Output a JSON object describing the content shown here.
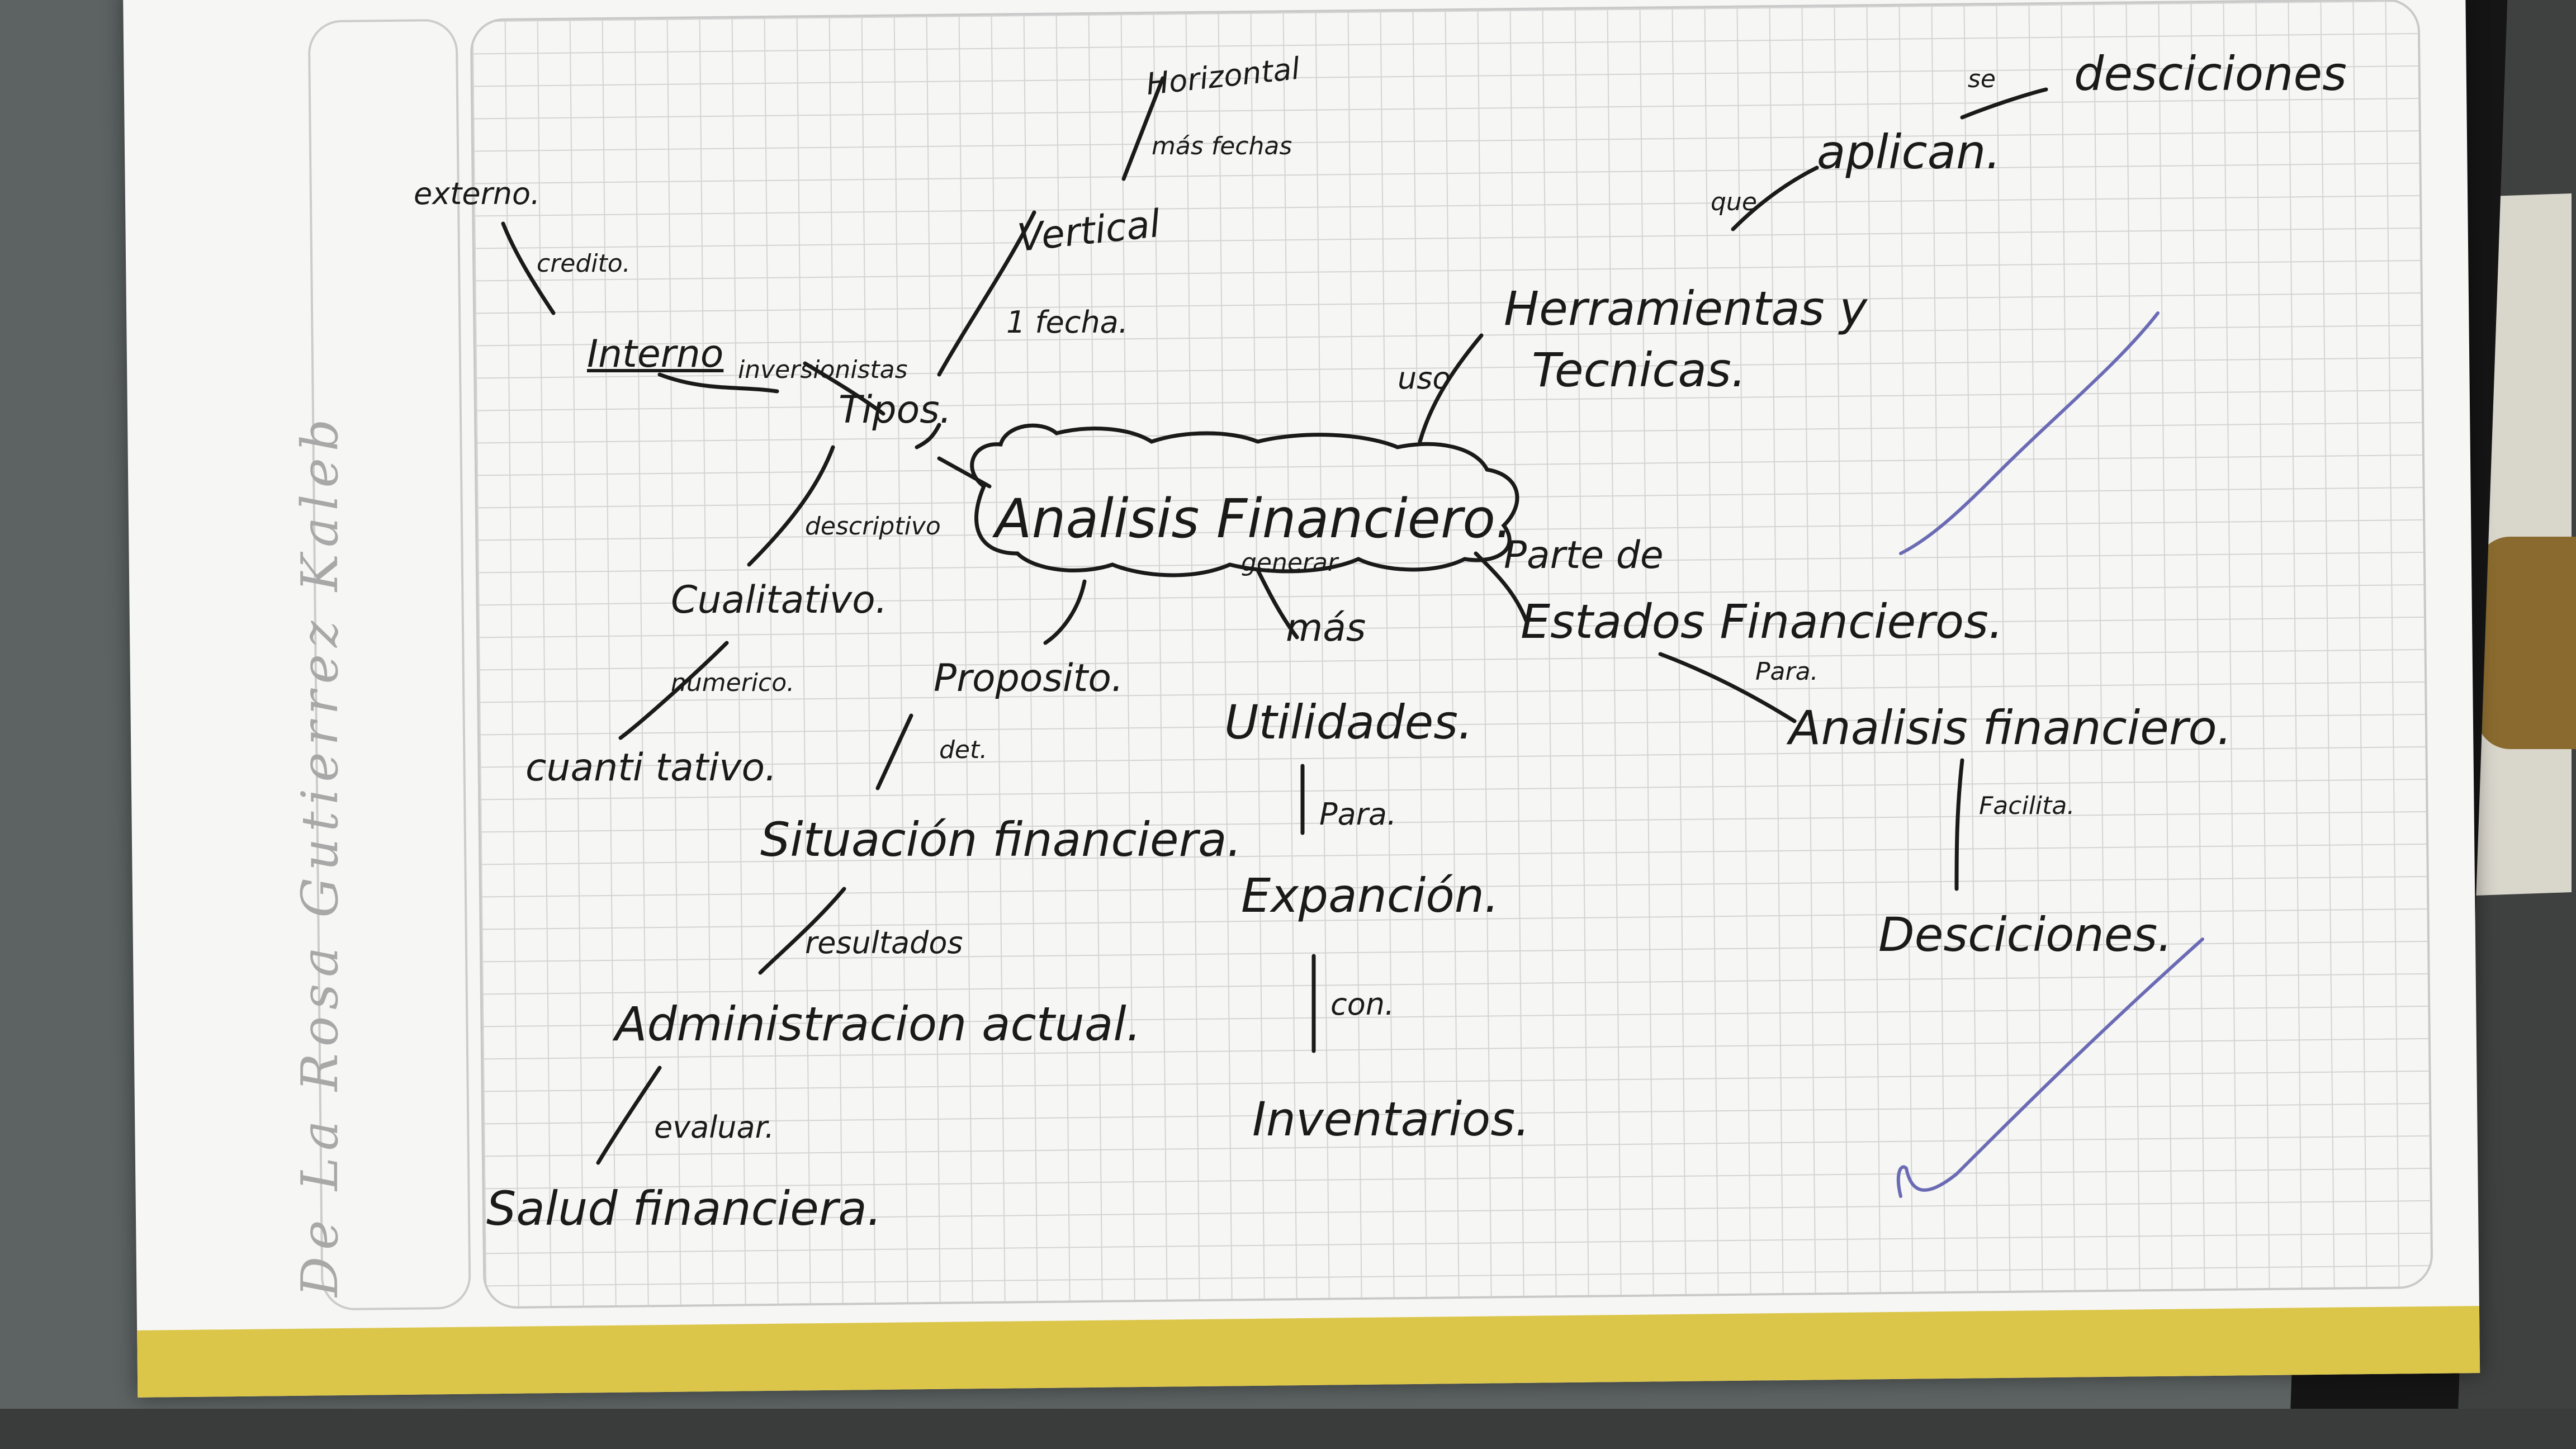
{
  "author": "De La Rosa Gutierrez Kaleb",
  "center": "Analisis Financiero.",
  "nodes": {
    "horizontal": "Horizontal",
    "mas_fechas": "más fechas",
    "vertical": "Vertical",
    "una_fecha": "1 fecha.",
    "externo": "externo.",
    "credito": "credito.",
    "interno": "Interno",
    "inversionistas": "inversionistas",
    "tipos": "Tipos.",
    "descriptivo": "descriptivo",
    "cualitativo": "Cualitativo.",
    "numerico": "numerico.",
    "cuantitativo": "cuanti tativo.",
    "proposito": "Proposito.",
    "det": "det.",
    "situacion": "Situación financiera.",
    "resultados": "resultados",
    "administracion": "Administracion actual.",
    "evaluar": "evaluar.",
    "salud": "Salud financiera.",
    "generar": "generar",
    "mas": "más",
    "utilidades": "Utilidades.",
    "para1": "Para.",
    "expansion": "Expanción.",
    "con": "con.",
    "inventarios": "Inventarios.",
    "uso": "uso",
    "herramientas": "Herramientas y",
    "tecnicas": "Tecnicas.",
    "que": "que",
    "aplican": "aplican.",
    "se": "se",
    "desciciones_top": "desciciones",
    "parte_de": "Parte de",
    "estados": "Estados Financieros.",
    "para2": "Para.",
    "analisis_fin": "Analisis financiero.",
    "facilita": "Facilita.",
    "desciciones": "Desciciones."
  }
}
